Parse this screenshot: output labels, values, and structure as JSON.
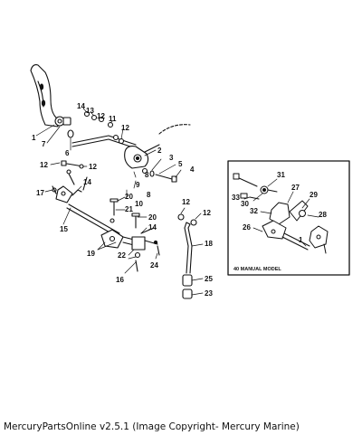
{
  "diagram": {
    "callouts": {
      "c1": "1",
      "c2": "2",
      "c3": "3",
      "c4": "4",
      "c5": "5",
      "c6": "6",
      "c7": "7",
      "c8": "8",
      "c9": "9",
      "c10": "10",
      "c11": "11",
      "c12a": "12",
      "c12b": "12",
      "c12c": "12",
      "c12d": "12",
      "c12e": "12",
      "c12f": "12",
      "c13": "13",
      "c14a": "14",
      "c14b": "14",
      "c15": "15",
      "c16": "16",
      "c17": "17",
      "c18": "18",
      "c19": "19",
      "c20a": "20",
      "c20b": "20",
      "c21": "21",
      "c22": "22",
      "c23": "23",
      "c24": "24",
      "c25": "25"
    },
    "inset": {
      "caption": "40 MANUAL MODEL",
      "callouts": {
        "c26": "26",
        "c27": "27",
        "c28": "28",
        "c29": "29",
        "c30": "30",
        "c31": "31",
        "c32": "32",
        "c33": "33",
        "c1": "1"
      }
    }
  },
  "footer": {
    "caption": "MercuryPartsOnline v2.5.1 (Image Copyright- Mercury Marine)"
  }
}
